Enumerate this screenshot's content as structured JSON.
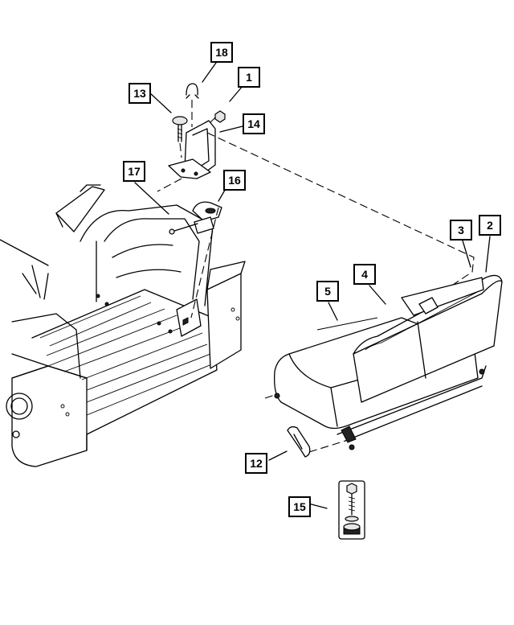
{
  "callouts": {
    "c1": "1",
    "c2": "2",
    "c3": "3",
    "c4": "4",
    "c5": "5",
    "c12": "12",
    "c13": "13",
    "c14": "14",
    "c15": "15",
    "c16": "16",
    "c17": "17",
    "c18": "18"
  }
}
